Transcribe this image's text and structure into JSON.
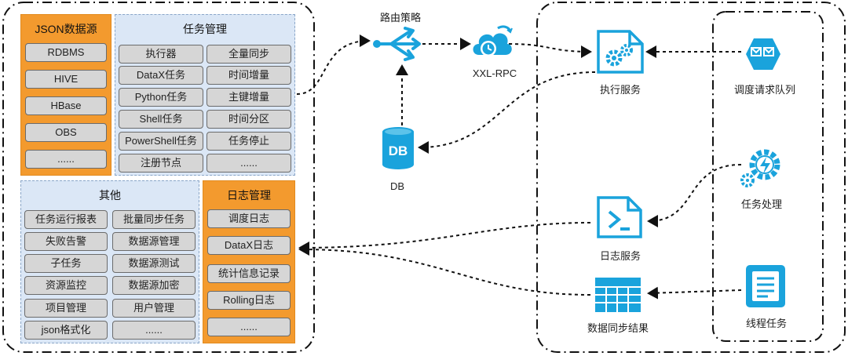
{
  "json_source": {
    "title": "JSON数据源",
    "items": [
      "RDBMS",
      "HIVE",
      "HBase",
      "OBS",
      "......"
    ]
  },
  "task_mgmt": {
    "title": "任务管理",
    "items": [
      "执行器",
      "全量同步",
      "DataX任务",
      "时间增量",
      "Python任务",
      "主键增量",
      "Shell任务",
      "时间分区",
      "PowerShell任务",
      "任务停止",
      "注册节点",
      "......"
    ]
  },
  "other": {
    "title": "其他",
    "items": [
      "任务运行报表",
      "批量同步任务",
      "失败告警",
      "数据源管理",
      "子任务",
      "数据源测试",
      "资源监控",
      "数据源加密",
      "项目管理",
      "用户管理",
      "json格式化",
      "......"
    ]
  },
  "log_mgmt": {
    "title": "日志管理",
    "items": [
      "调度日志",
      "DataX日志",
      "统计信息记录",
      "Rolling日志",
      "......"
    ]
  },
  "nodes": {
    "route": "路由策略",
    "xxlrpc": "XXL-RPC",
    "db": "DB",
    "db_icon_text": "DB",
    "exec_service": "执行服务",
    "log_service": "日志服务",
    "sync_result": "数据同步结果",
    "queue": "调度请求队列",
    "task_handle": "任务处理",
    "thread_task": "线程任务"
  },
  "icons": {
    "route": "route-fork-icon",
    "xxlrpc": "cloud-clock-icon",
    "db": "database-icon",
    "exec_service": "gears-icon",
    "log_service": "terminal-icon",
    "sync_result": "table-grid-icon",
    "queue": "message-queue-icon",
    "task_handle": "gear-lightning-icon",
    "thread_task": "document-list-icon"
  },
  "colors": {
    "orange": "#f39a2e",
    "panel_blue": "#dbe7f6",
    "icon_blue": "#1aa3dc",
    "button_gray": "#d6d6d6"
  }
}
